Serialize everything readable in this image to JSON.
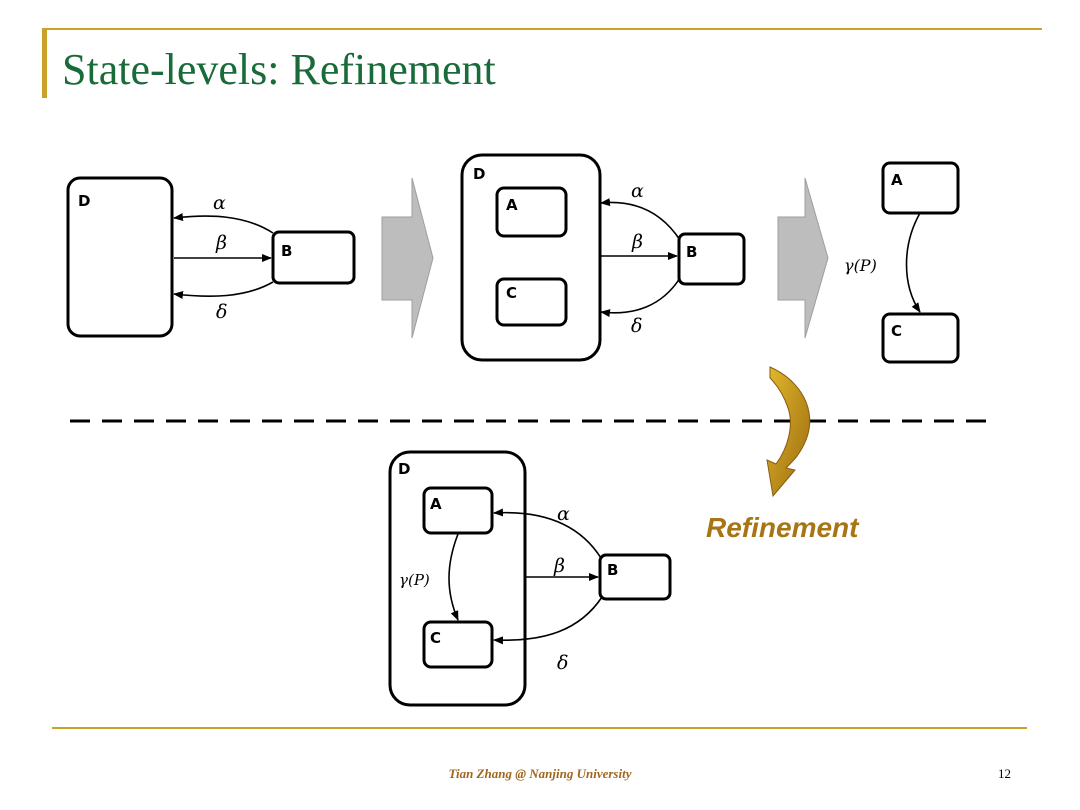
{
  "slide": {
    "title": "State-levels: Refinement",
    "footer": "Tian Zhang @ Nanjing University",
    "page_number": "12"
  },
  "diagram": {
    "states": {
      "D": "D",
      "A": "A",
      "B": "B",
      "C": "C"
    },
    "transitions": {
      "alpha": "α",
      "beta": "β",
      "delta": "δ",
      "gamma": "γ(P)"
    },
    "callout": "Refinement"
  },
  "colors": {
    "title": "#1a6b3a",
    "accent_rule": "#c9a227",
    "callout": "#a87514",
    "footer": "#a0661e",
    "block_arrow": "#bdbdbd"
  }
}
